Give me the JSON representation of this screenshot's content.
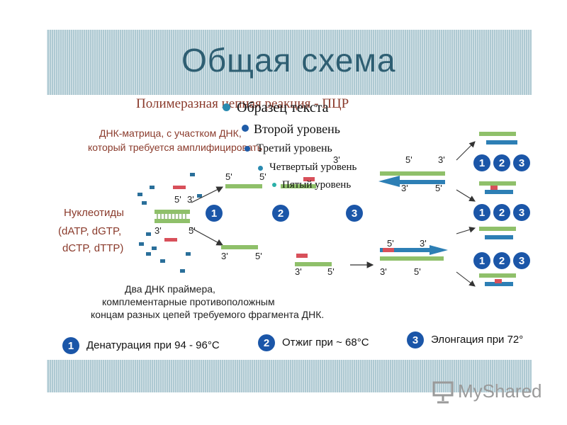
{
  "slide": {
    "title": "Общая схема",
    "subtitle": "Полимеразная цепная реакция - ПЦР",
    "colors": {
      "title": "#2e5e72",
      "band": "#aec9d2",
      "badge": "#1b56a8",
      "subtitle": "#8a3a2b"
    }
  },
  "overlay_levels": [
    "Образец текста",
    "Второй уровень",
    "Третий уровень",
    "Четвертый уровень",
    "Пятый уровень"
  ],
  "diagram": {
    "labels": {
      "matrix_line1": "ДНК-матрица, с участком ДНК,",
      "matrix_line2": "который требуется амплифицировать",
      "nucleotides": "Нуклеотиды",
      "nucleotides_list1": "(dATP, dGTP,",
      "nucleotides_list2": "dCTP, dTTP)",
      "primers_line1": "Два ДНК праймера,",
      "primers_line2": "комплементарные противоположным",
      "primers_line3": "концам разных цепей требуемого фрагмента ДНК."
    },
    "end_labels": {
      "p5": "5'",
      "p3": "3'"
    },
    "step_numbers": [
      "1",
      "2",
      "3"
    ]
  },
  "legend": [
    {
      "num": "1",
      "text": "Денатурация при 94 - 96°C"
    },
    {
      "num": "2",
      "text": "Отжиг при ~ 68°C"
    },
    {
      "num": "3",
      "text": "Элонгация при 72°"
    }
  ],
  "logo": {
    "text": "MyShared",
    "icon": "presentation-board-icon"
  }
}
